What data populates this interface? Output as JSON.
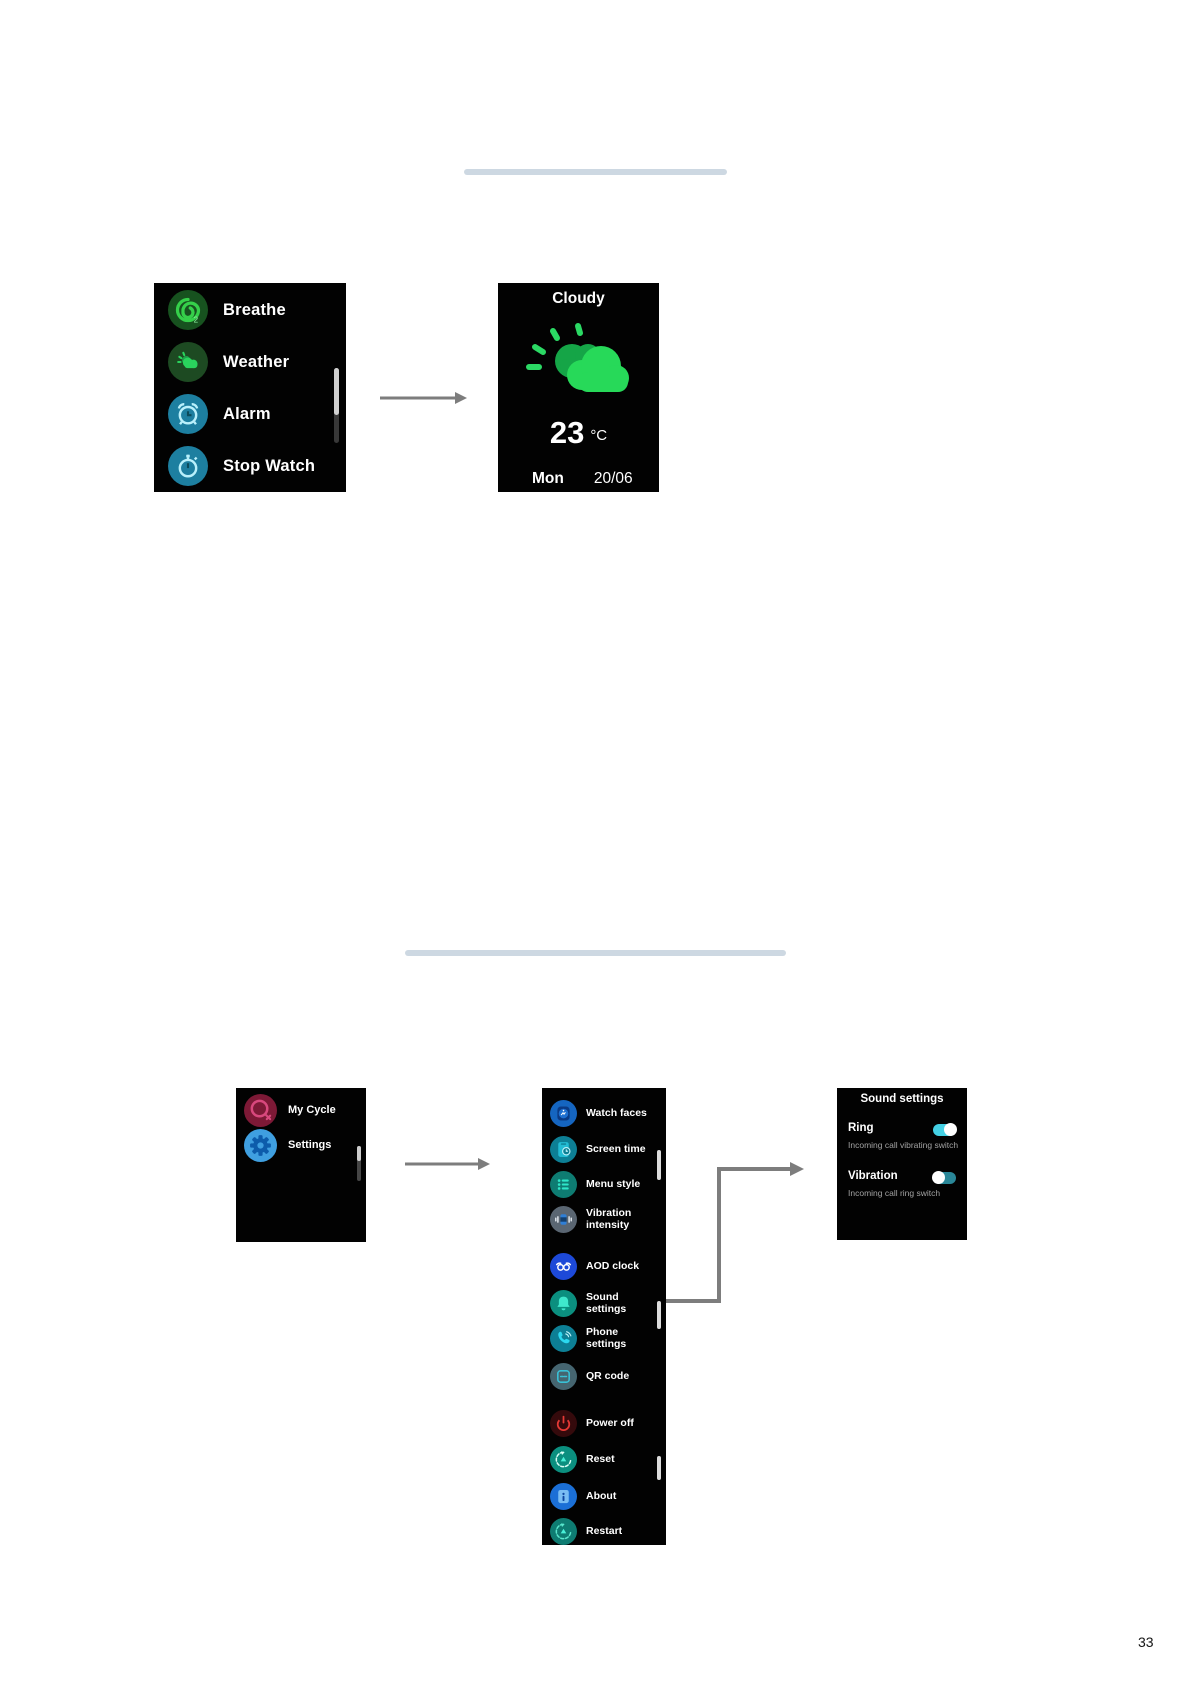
{
  "page": {
    "number": "33"
  },
  "colors": {
    "screen_bg": "#020202",
    "divider": "#cdd8e2",
    "arrow": "#7d7d7d",
    "accent_green": "#2bd95c",
    "accent_cyan": "#35c9e0",
    "toggle_on": "#44d0e4",
    "toggle_track_teal": "#2a8798",
    "power_red": "#e53935"
  },
  "top_section": {
    "app_menu_watch": {
      "items": [
        {
          "label": "Breathe",
          "icon": "breathe-icon",
          "badge": "2"
        },
        {
          "label": "Weather",
          "icon": "weather-icon"
        },
        {
          "label": "Alarm",
          "icon": "alarm-clock-icon"
        },
        {
          "label": "Stop Watch",
          "icon": "stopwatch-icon"
        }
      ]
    },
    "weather_watch": {
      "condition": "Cloudy",
      "icon": "cloudy-sun-icon",
      "temperature": "23",
      "unit": "°C",
      "day": "Mon",
      "date": "20/06"
    }
  },
  "bottom_section": {
    "app_menu_watch": {
      "items": [
        {
          "label": "My Cycle",
          "icon": "my-cycle-icon"
        },
        {
          "label": "Settings",
          "icon": "settings-gear-icon"
        }
      ]
    },
    "settings_watch": {
      "items": [
        {
          "label": "Watch faces",
          "icon": "watch-faces-icon"
        },
        {
          "label": "Screen time",
          "icon": "screen-time-icon"
        },
        {
          "label": "Menu style",
          "icon": "menu-style-icon"
        },
        {
          "label": "Vibration intensity",
          "icon": "vibration-intensity-icon"
        },
        {
          "label": "AOD clock",
          "icon": "aod-clock-icon"
        },
        {
          "label": "Sound settings",
          "icon": "sound-settings-icon"
        },
        {
          "label": "Phone settings",
          "icon": "phone-settings-icon"
        },
        {
          "label": "QR code",
          "icon": "qr-code-icon"
        },
        {
          "label": "Power off",
          "icon": "power-off-icon"
        },
        {
          "label": "Reset",
          "icon": "reset-icon"
        },
        {
          "label": "About",
          "icon": "about-icon"
        },
        {
          "label": "Restart",
          "icon": "restart-icon"
        }
      ]
    },
    "sound_settings_watch": {
      "title": "Sound settings",
      "rows": [
        {
          "label": "Ring",
          "sublabel": "Incoming call vibrating switch",
          "toggle_state": "on"
        },
        {
          "label": "Vibration",
          "sublabel": "Incoming call ring switch",
          "toggle_state": "off"
        }
      ]
    }
  }
}
